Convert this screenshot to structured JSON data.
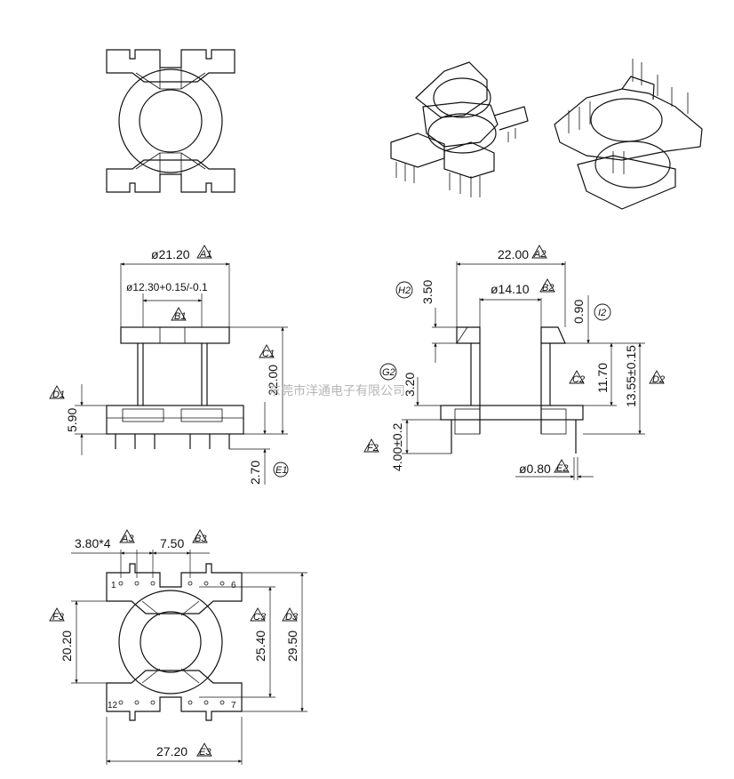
{
  "dimensions": {
    "top_width": "ø21.20",
    "inner_dia": "ø12.30+0.15/-0.1",
    "height_c1": "22.00",
    "base_height": "5.90",
    "pin_len": "2.70",
    "side_width": "22.00",
    "h2": "3.50",
    "dia_b2": "ø14.10",
    "i2": "0.90",
    "g2": "3.20",
    "c2": "11.70",
    "d2": "13.55±0.15",
    "f2": "4.00±0.2",
    "pin_dia": "ø0.80",
    "pitch": "3.80*4",
    "gap": "7.50",
    "f3": "20.20",
    "c3": "25.40",
    "d3": "29.50",
    "bottom_width": "27.20"
  },
  "markers": {
    "a1": "A1",
    "b1": "B1",
    "c1": "C1",
    "d1": "D1",
    "e1": "E1",
    "a2": "A2",
    "b2": "B2",
    "c2": "C2",
    "d2": "D2",
    "e2": "E2",
    "f2": "F2",
    "g2": "G2",
    "h2": "H2",
    "i2": "I2",
    "a3": "A3",
    "b3": "B3",
    "c3": "C3",
    "d3": "D3",
    "e3": "E3",
    "f3": "F3"
  },
  "pins": {
    "p1": "1",
    "p6": "6",
    "p12": "12",
    "p7": "7"
  },
  "watermark": "东莞市洋通电子有限公司"
}
